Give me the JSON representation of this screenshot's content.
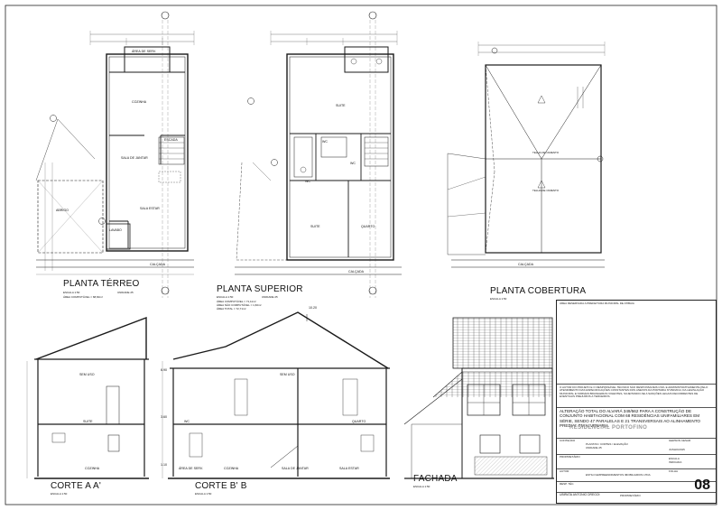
{
  "drawings": {
    "planta_terreo": {
      "title": "PLANTA TÉRREO",
      "scale": "ESCALA 1:50",
      "unit": "UNIDADE 25",
      "area": "ÁREA COMPUTÁVEL = 68,60m²"
    },
    "planta_superior": {
      "title": "PLANTA SUPERIOR",
      "scale": "ESCALA 1:50",
      "unit": "UNIDADE 25",
      "area1": "ÁREA COMPUTÁVEL = 71,11m²",
      "area2": "ÁREA NÃO COMPUTÁVEL = 1,60m²",
      "area3": "ÁREA TOTAL = 72,71m²"
    },
    "planta_cobertura": {
      "title": "PLANTA COBERTURA",
      "scale": "ESCALA 1:50"
    },
    "corte_aa": {
      "title": "CORTE A A'",
      "scale": "ESCALA 1:50"
    },
    "corte_bb": {
      "title": "CORTE B' B",
      "scale": "ESCALA 1:50"
    },
    "fachada": {
      "title": "FACHADA",
      "scale": "ESCALA 1:50"
    }
  },
  "rooms": {
    "area_serv": "ÁREA DE SERV.",
    "cozinha": "COZINHA",
    "escada": "ESCADA",
    "sala_jantar": "SALA DE JANTAR",
    "sala_estar": "SALA ESTAR",
    "abrigo": "ABRIGO",
    "lavabo": "LAVABO",
    "suite": "SUITE",
    "wc": "WC",
    "quarto": "QUARTO",
    "sem_uso": "SEM USO",
    "calcada": "CALÇADA"
  },
  "levels": {
    "l1": "6.90",
    "l2": "3.60",
    "l3": "1.10",
    "top": "10.20"
  },
  "roof": {
    "tile1": "TELHA DE CIMENTO",
    "tile2": "TELHA DE CIMENTO"
  },
  "titleblock": {
    "header": "ÁREA RESERVADA A PREFEITURA MUNICIPAL DE ATIBAIA",
    "responsibility": "O AUTOR DO PROJETO E O RESPONSÁVEL TÉCNICO SÃO RESPONSÁVEIS CIVIL E ADMINISTRATIVAMENTE PELO ATENDIMENTO DAS ESPECIFICAÇÕES CONSTANTES DOS ANEXOS DA PORTARIA N°260/2014, DA LEGISLAÇÃO MUNICIPAL E NORMAS BRASILEIRAS VIGENTES, SUJEITANDO-SE A SANÇÕES LEGAIS DECORRENTES DE EVENTUAIS PREJUÍZOS A TERCEIROS.",
    "alteration": "ALTERAÇÃO TOTAL DO ALVARÁ 349/562 PARA A CONSTRUÇÃO DE CONJUNTO HABITACIONAL COM 68 RESIDÊNCIAS UNIFAMILIARES EM SÉRIE, SENDO 47 PARALELAS E 21 TRANSVERSAIS AO ALINHAMENTO PREDIAL EM ALVENARIA.",
    "logo": "RESIDENCIAL PORTOFINO",
    "field_content": "PLANTAS / CORTES / ELEVAÇÃO",
    "field_unit": "UNIDADE 25",
    "field_owner": "ESTILO EMPREENDIMENTOS IMOBILIARIOS LTDA",
    "field_author": "UBIRATA ANTONIO DREGOI",
    "field_author_label": "PROPRIETÁRIO",
    "field_drawn": "GERSON CESAR",
    "field_date": "JUNHO/2015",
    "field_scale": "INDICADA",
    "label_conteudo": "CONTEÚDO",
    "label_proprietario": "PROPRIETÁRIO",
    "label_autor": "AUTOR",
    "label_resp": "RESP. TÉC.",
    "label_escala": "ESCALA",
    "label_folha": "FOLHA",
    "sheet": "08"
  },
  "colors": {
    "line": "#1a1a1a",
    "thin": "#555555",
    "hatch": "#777777"
  }
}
